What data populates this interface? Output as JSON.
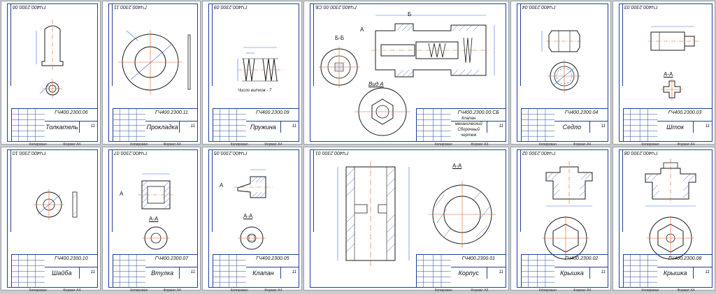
{
  "sheets": [
    {
      "code": "ГЧ400.2300.06",
      "name": "Толкатель",
      "sheets_count": "11",
      "footer_left": "Копировал",
      "footer_right": "Формат А4"
    },
    {
      "code": "ГЧ400.2300.11",
      "name": "Прокладка",
      "sheets_count": "11",
      "footer_left": "Копировал",
      "footer_right": "Формат А4"
    },
    {
      "code": "ГЧ400.2300.09",
      "name": "Пружина",
      "sheets_count": "11",
      "footer_left": "Копировал",
      "footer_right": "Формат А4",
      "note": "Число витков - 7"
    },
    {
      "code": "ГЧ400.2300.00.СБ",
      "name": "Клапан механический Сборочный чертеж",
      "sheets_count": "11",
      "footer_left": "Копировал",
      "footer_right": "Формат А3",
      "labels": {
        "section": "Б-Б",
        "view": "Вид А",
        "cut_a": "А",
        "cut_b": "Б"
      }
    },
    {
      "code": "ГЧ400.2300.04",
      "name": "Седло",
      "sheets_count": "11",
      "footer_left": "Копировал",
      "footer_right": "Формат А4"
    },
    {
      "code": "ГЧ400.2300.03",
      "name": "Шток",
      "sheets_count": "11",
      "footer_left": "Копировал",
      "footer_right": "Формат А4",
      "labels": {
        "section": "А-А"
      }
    },
    {
      "code": "ГЧ400.2300.10",
      "name": "Шайба",
      "sheets_count": "11",
      "footer_left": "Копировал",
      "footer_right": "Формат А4"
    },
    {
      "code": "ГЧ400.2300.07",
      "name": "Втулка",
      "sheets_count": "11",
      "footer_left": "Копировал",
      "footer_right": "Формат А4",
      "labels": {
        "section": "А-А",
        "cut_a": "А"
      }
    },
    {
      "code": "ГЧ400.2300.05",
      "name": "Клапан",
      "sheets_count": "11",
      "footer_left": "Копировал",
      "footer_right": "Формат А4",
      "labels": {
        "section": "А-А",
        "cut_a": "А"
      }
    },
    {
      "code": "ГЧ400.2300.01",
      "name": "Корпус",
      "sheets_count": "11",
      "footer_left": "Копировал",
      "footer_right": "Формат А3",
      "labels": {
        "section": "А-А"
      }
    },
    {
      "code": "ГЧ400.2300.02",
      "name": "Крышка",
      "sheets_count": "11",
      "footer_left": "Копировал",
      "footer_right": "Формат А4"
    },
    {
      "code": "ГЧ400.2300.08",
      "name": "Крышка",
      "sheets_count": "11",
      "footer_left": "Копировал",
      "footer_right": "Формат А4"
    }
  ],
  "colors": {
    "frame": "#1f3f9a",
    "outline": "#1a1a1a",
    "hatch": "#2f5fd0",
    "dim": "#3c6fe0",
    "center": "#e06020"
  }
}
